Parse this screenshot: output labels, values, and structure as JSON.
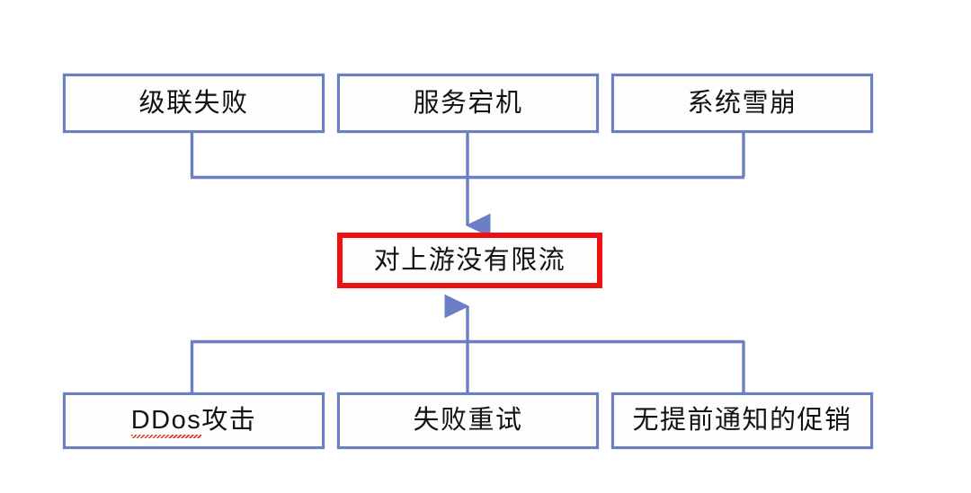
{
  "diagram": {
    "type": "flowchart",
    "orientation": "vertical-converging",
    "background_color": "#ffffff",
    "node_border_color": "#6a7fc4",
    "highlight_border_color": "#ee1111",
    "connector_color": "#6a7fc4",
    "top_row": {
      "role": "consequences",
      "nodes": [
        {
          "id": "cascading-failure",
          "label": "级联失败"
        },
        {
          "id": "service-down",
          "label": "服务宕机"
        },
        {
          "id": "system-avalanche",
          "label": "系统雪崩"
        }
      ]
    },
    "center": {
      "role": "root-cause",
      "node": {
        "id": "no-upstream-rate-limit",
        "label": "对上游没有限流"
      }
    },
    "bottom_row": {
      "role": "causes",
      "nodes": [
        {
          "id": "ddos-attack",
          "label_prefix": "DDos",
          "label_suffix": "攻击",
          "spellcheck_underline": true
        },
        {
          "id": "failure-retry",
          "label": "失败重试"
        },
        {
          "id": "unannounced-promo",
          "label": "无提前通知的促销"
        }
      ]
    },
    "connectors": [
      {
        "id": "top-merge",
        "from": [
          "cascading-failure",
          "service-down",
          "system-avalanche"
        ],
        "to": "no-upstream-rate-limit",
        "direction": "down",
        "arrowhead": true
      },
      {
        "id": "bottom-merge",
        "from": [
          "ddos-attack",
          "failure-retry",
          "unannounced-promo"
        ],
        "to": "no-upstream-rate-limit",
        "direction": "up",
        "arrowhead": true
      }
    ]
  }
}
